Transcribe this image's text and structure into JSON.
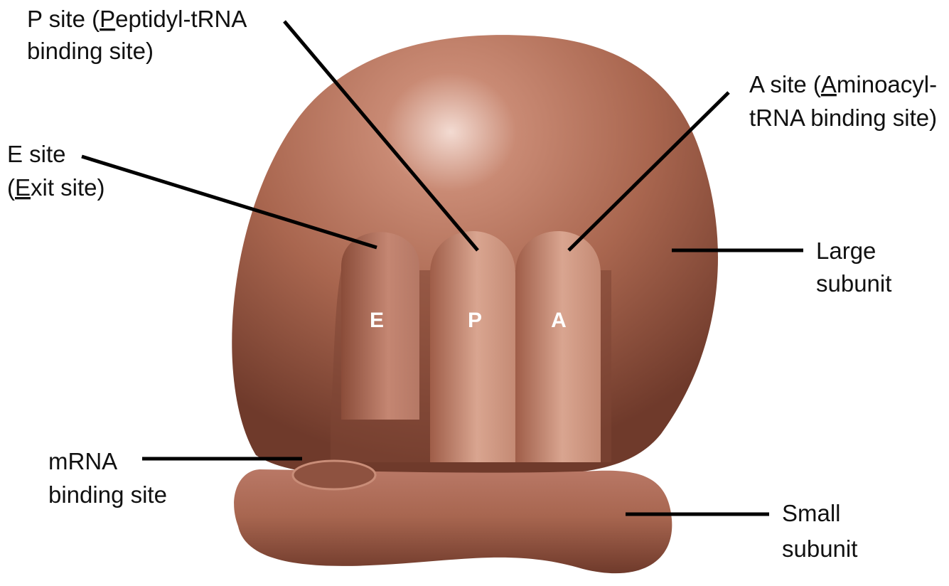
{
  "colors": {
    "body_light": "#d59a87",
    "body_mid": "#a86650",
    "body_dark": "#6d3a2b",
    "label_text": "#111111",
    "site_letter": "#ffffff",
    "leader_line": "#000000"
  },
  "labels": {
    "p_site": {
      "line1_pre": "P site (",
      "line1_ul": "P",
      "line1_post": "eptidyl-tRNA",
      "line2": "binding site)"
    },
    "a_site": {
      "line1_pre": "A site (",
      "line1_ul": "A",
      "line1_post": "minoacyl-",
      "line2": "tRNA binding site)"
    },
    "e_site": {
      "line1": "E site",
      "line2_pre": "(",
      "line2_ul": "E",
      "line2_post": "xit site)"
    },
    "large_subunit": {
      "line1": "Large",
      "line2": "subunit"
    },
    "mrna_site": {
      "line1": "mRNA",
      "line2": "binding site"
    },
    "small_subunit": {
      "line1": "Small",
      "line2": "subunit"
    }
  },
  "sites": {
    "e": "E",
    "p": "P",
    "a": "A"
  }
}
